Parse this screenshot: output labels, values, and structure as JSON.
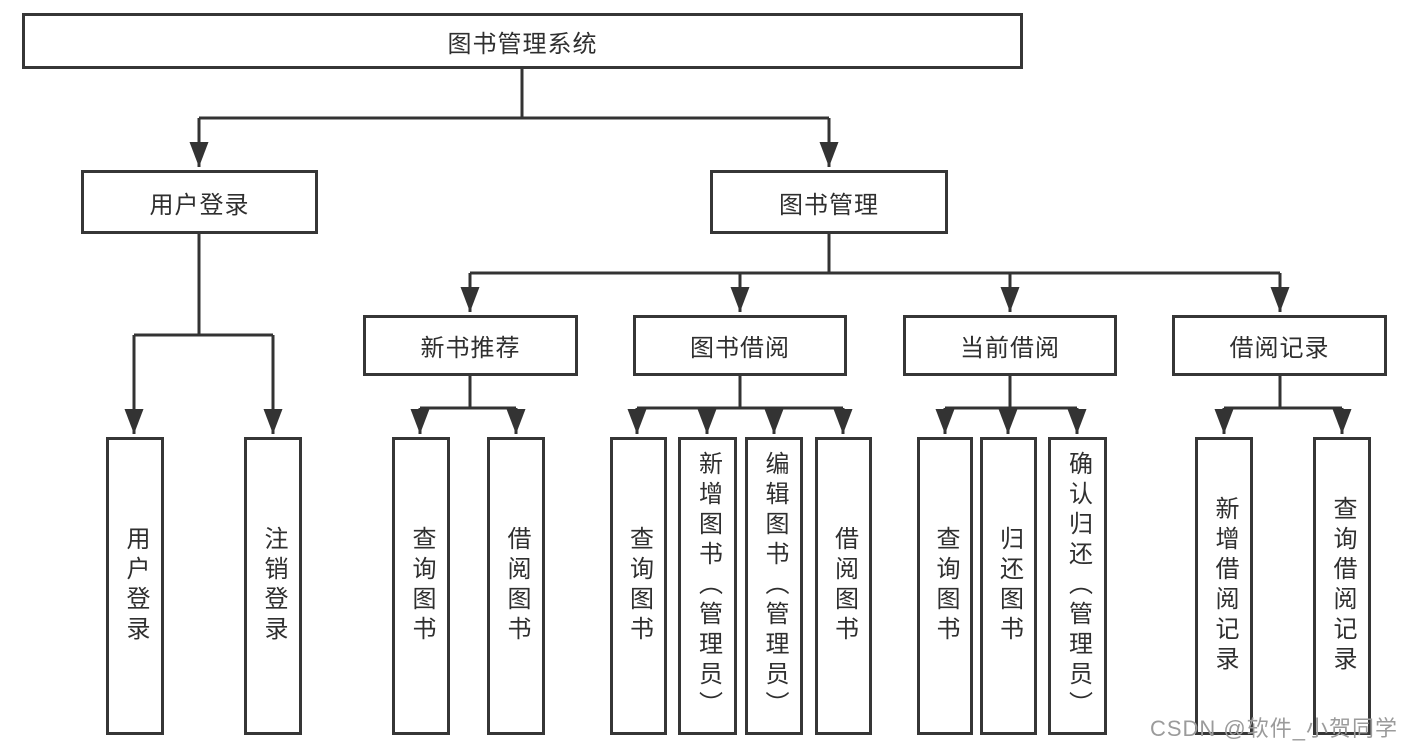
{
  "diagram": {
    "root": {
      "label": "图书管理系统",
      "children": [
        {
          "label": "用户登录",
          "children": [
            "用户登录",
            "注销登录"
          ]
        },
        {
          "label": "图书管理",
          "children": [
            {
              "label": "新书推荐",
              "children": [
                "查询图书",
                "借阅图书"
              ]
            },
            {
              "label": "图书借阅",
              "children": [
                "查询图书",
                "新增图书（管理员）",
                "编辑图书（管理员）",
                "借阅图书"
              ]
            },
            {
              "label": "当前借阅",
              "children": [
                "查询图书",
                "归还图书",
                "确认归还（管理员）"
              ]
            },
            {
              "label": "借阅记录",
              "children": [
                "新增借阅记录",
                "查询借阅记录"
              ]
            }
          ]
        }
      ]
    },
    "watermark": "CSDN @软件_小贺同学",
    "colors": {
      "line": "#333333",
      "border": "#363636",
      "text": "#2f2f2f",
      "watermark": "#9b9b9b",
      "background": "#ffffff"
    }
  }
}
